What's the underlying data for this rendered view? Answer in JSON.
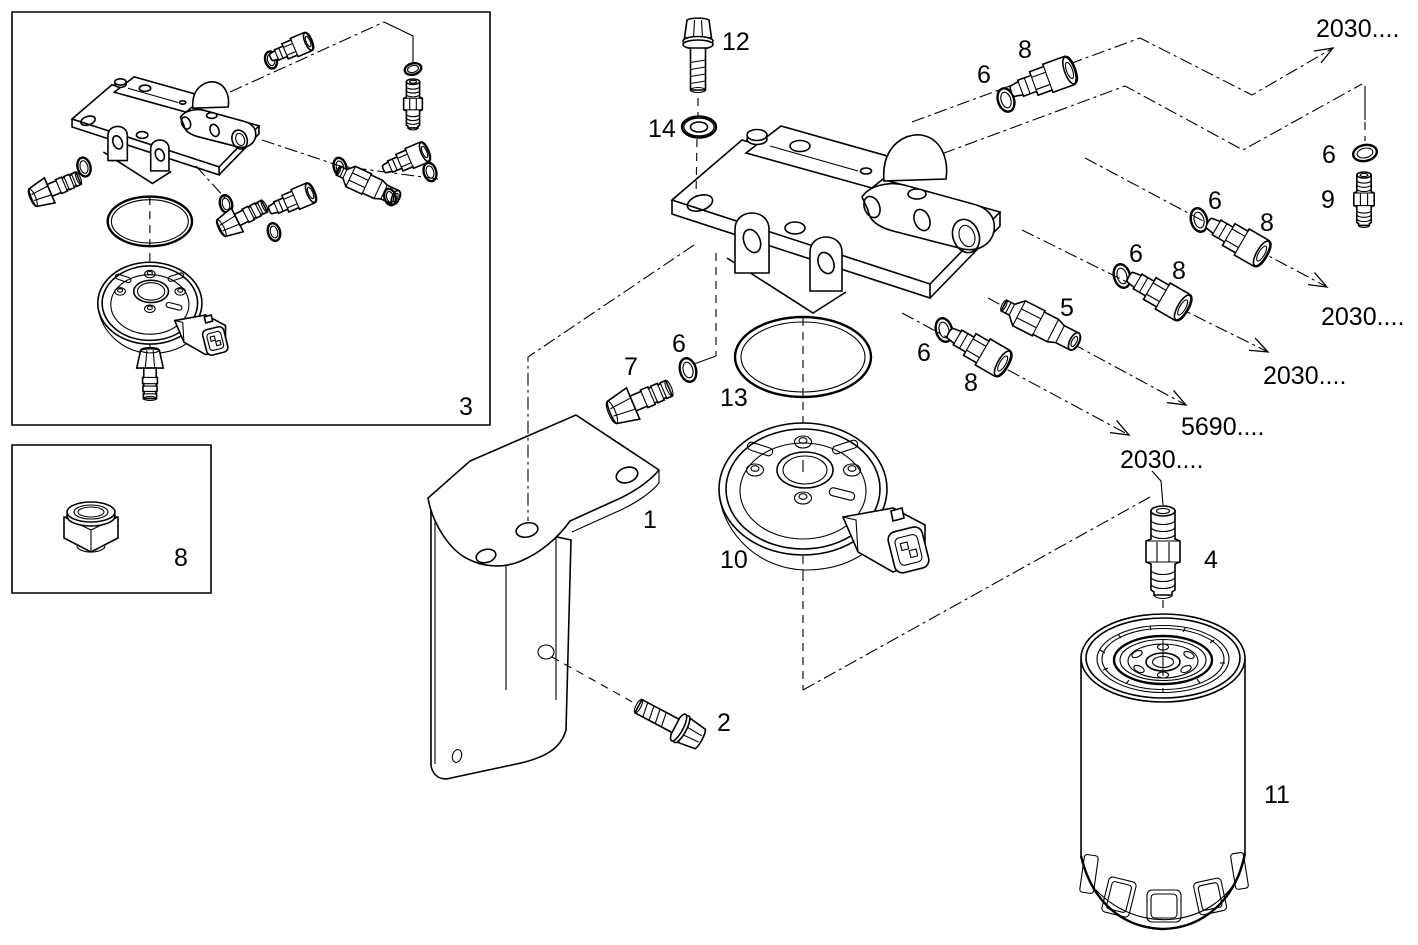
{
  "colors": {
    "line": "#000000",
    "background": "#ffffff"
  },
  "labels": {
    "p1": "1",
    "p2": "2",
    "p4": "4",
    "p5": "5",
    "p7": "7",
    "p9": "9",
    "p10": "10",
    "p11": "11",
    "p12": "12",
    "p13": "13",
    "p14": "14",
    "p6_top": "6",
    "p6_right": "6",
    "p6_mid1": "6",
    "p6_mid2": "6",
    "p6_low": "6",
    "p6_left": "6",
    "p8_top": "8",
    "p8_mid1": "8",
    "p8_mid2": "8",
    "p8_low": "8",
    "inset3": "3",
    "inset8": "8",
    "ref_top_right": "2030....",
    "ref_right_upper": "2030....",
    "ref_right_mid": "2030....",
    "ref_5690": "5690....",
    "ref_center": "2030...."
  }
}
